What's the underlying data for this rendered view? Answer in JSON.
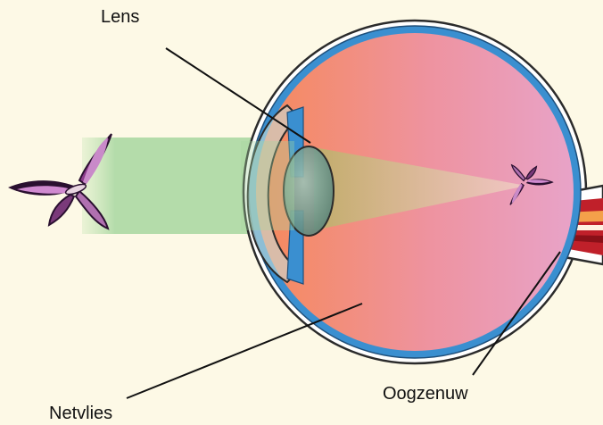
{
  "labels": {
    "lens": "Lens",
    "retina": "Netvlies",
    "optic_nerve": "Oogzenuw"
  },
  "colors": {
    "background": "#fdf9e6",
    "sclera_outline": "#2b2b2b",
    "choroid": "#3a8fd0",
    "vitreous_front": "#f6895a",
    "vitreous_back": "#e8a3c8",
    "light_beam": "#a7d7a0",
    "lens": "#7fa9a0",
    "nerve": "#c0202a"
  },
  "icons": {
    "object": "butterfly-icon",
    "image_on_retina": "inverted-butterfly-icon"
  }
}
